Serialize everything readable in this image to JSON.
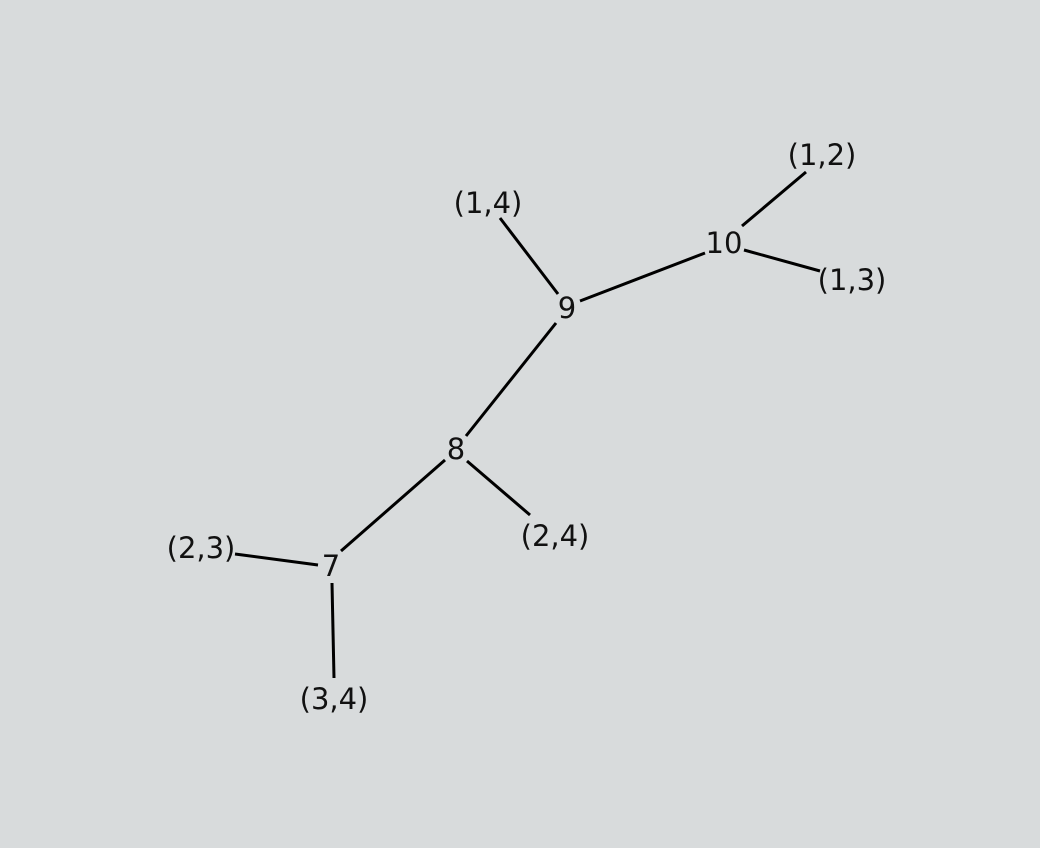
{
  "diagram": {
    "type": "tree",
    "background_color": "#d8dbdc",
    "edge_color": "#000000",
    "text_color": "#111111",
    "nodes": [
      {
        "id": "n7",
        "label": "7"
      },
      {
        "id": "n8",
        "label": "8"
      },
      {
        "id": "n9",
        "label": "9"
      },
      {
        "id": "n10",
        "label": "10"
      },
      {
        "id": "n12",
        "label": "(1,2)"
      },
      {
        "id": "n13",
        "label": "(1,3)"
      },
      {
        "id": "n14",
        "label": "(1,4)"
      },
      {
        "id": "n23",
        "label": "(2,3)"
      },
      {
        "id": "n24",
        "label": "(2,4)"
      },
      {
        "id": "n34",
        "label": "(3,4)"
      }
    ],
    "edges": [
      {
        "from": "n10",
        "to": "n12"
      },
      {
        "from": "n10",
        "to": "n13"
      },
      {
        "from": "n9",
        "to": "n10"
      },
      {
        "from": "n9",
        "to": "n14"
      },
      {
        "from": "n8",
        "to": "n9"
      },
      {
        "from": "n8",
        "to": "n24"
      },
      {
        "from": "n7",
        "to": "n8"
      },
      {
        "from": "n7",
        "to": "n23"
      },
      {
        "from": "n7",
        "to": "n34"
      }
    ]
  }
}
